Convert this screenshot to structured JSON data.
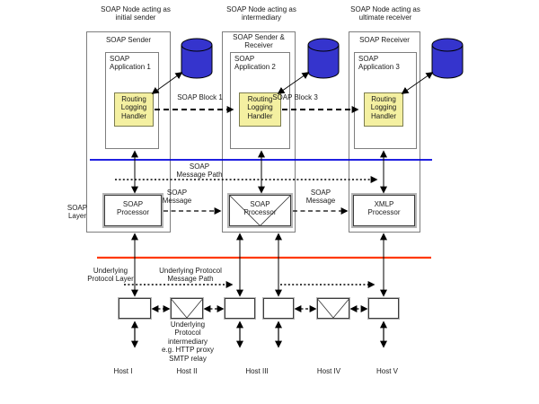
{
  "diagram": {
    "headers": [
      "SOAP Node acting as\ninitial sender",
      "SOAP Node acting as\nintermediary",
      "SOAP Node acting as\nultimate receiver"
    ],
    "nodes": [
      {
        "role": "SOAP Sender",
        "application": "SOAP\nApplication 1",
        "handler": "Routing\nLogging\nHandler",
        "processor": "SOAP\nProcessor"
      },
      {
        "role": "SOAP Sender &\nReceiver",
        "application": "SOAP\nApplication 2",
        "handler": "Routing\nLogging\nHandler",
        "processor": "SOAP\nProcessor"
      },
      {
        "role": "SOAP Receiver",
        "application": "SOAP\nApplication 3",
        "handler": "Routing\nLogging\nHandler",
        "processor": "XMLP\nProcessor"
      }
    ],
    "flow": {
      "soap_block_1": "SOAP Block 1",
      "soap_block_3": "SOAP Block 3",
      "soap_message_path": "SOAP\nMessage Path",
      "soap_message_1": "SOAP\nMessage",
      "soap_message_2": "SOAP\nMessage"
    },
    "layers": {
      "soap": "SOAP\nLayer",
      "underlying": "Underlying\nProtocol Layer",
      "underlying_path": "Underlying Protocol\nMessage Path"
    },
    "intermediary_note": "Underlying\nProtocol\nintermediary\ne.g. HTTP proxy\nSMTP relay",
    "hosts": [
      "Host I",
      "Host II",
      "Host III",
      "Host IV",
      "Host V"
    ],
    "colors": {
      "handler_fill": "#f4f0a1",
      "database_fill": "#3534cd",
      "soap_layer_line": "#0000dd",
      "protocol_layer_line": "#ff3900"
    }
  }
}
